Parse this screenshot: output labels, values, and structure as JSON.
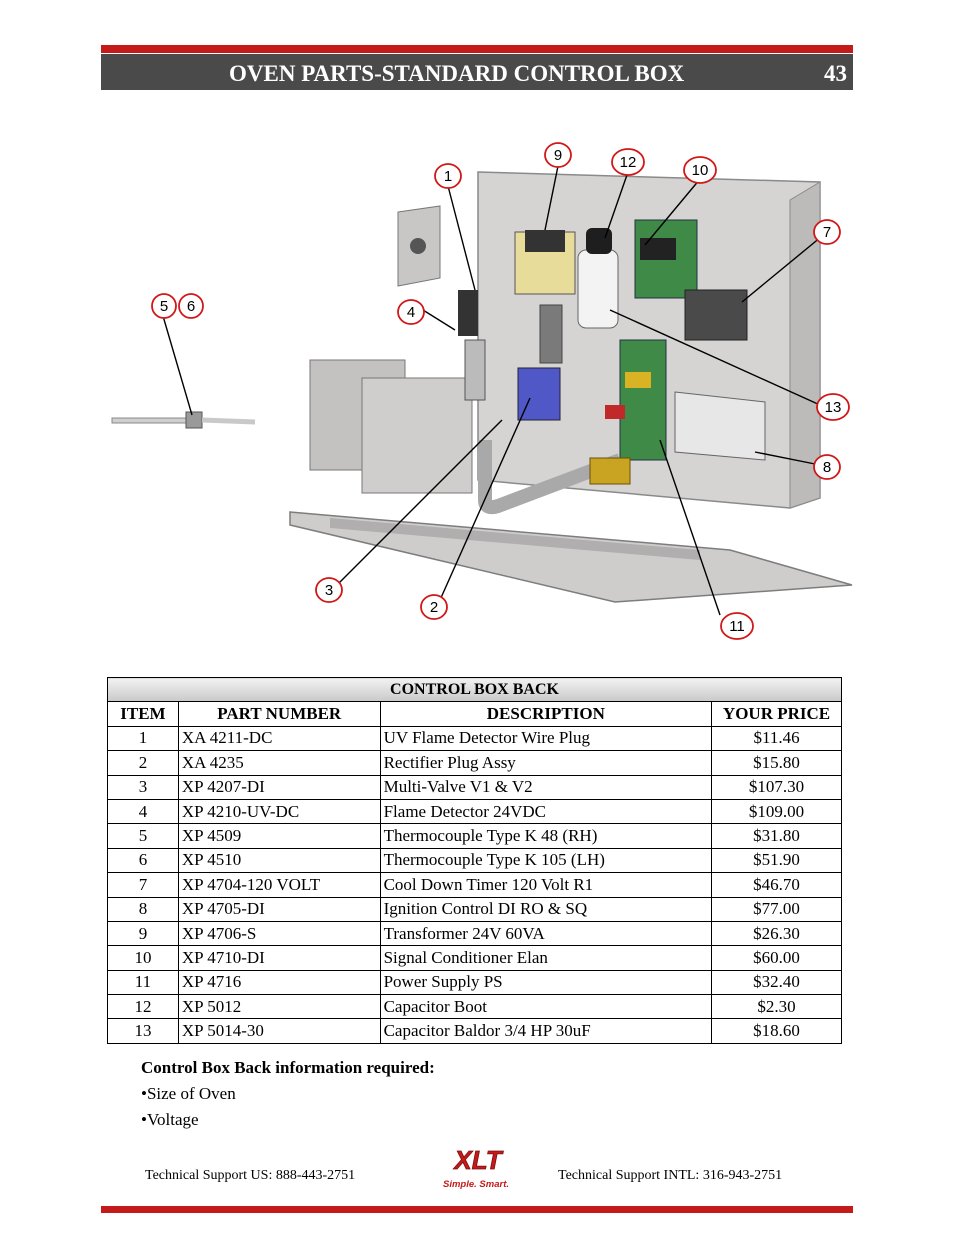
{
  "header": {
    "title": "OVEN PARTS-STANDARD CONTROL BOX",
    "page_number": "43"
  },
  "diagram": {
    "callouts": [
      "1",
      "2",
      "3",
      "4",
      "5",
      "6",
      "7",
      "8",
      "9",
      "10",
      "11",
      "12",
      "13"
    ]
  },
  "table": {
    "caption": "CONTROL BOX BACK",
    "headers": [
      "ITEM",
      "PART NUMBER",
      "DESCRIPTION",
      "YOUR PRICE"
    ],
    "rows": [
      [
        "1",
        "XA 4211-DC",
        "UV Flame Detector Wire Plug",
        "$11.46"
      ],
      [
        "2",
        "XA 4235",
        "Rectifier Plug Assy",
        "$15.80"
      ],
      [
        "3",
        "XP 4207-DI",
        "Multi-Valve  V1 & V2",
        "$107.30"
      ],
      [
        "4",
        "XP 4210-UV-DC",
        "Flame Detector 24VDC",
        "$109.00"
      ],
      [
        "5",
        "XP 4509",
        "Thermocouple Type K 48 (RH)",
        "$31.80"
      ],
      [
        "6",
        "XP 4510",
        "Thermocouple Type K 105 (LH)",
        "$51.90"
      ],
      [
        "7",
        "XP 4704-120 VOLT",
        "Cool Down Timer 120 Volt R1",
        "$46.70"
      ],
      [
        "8",
        "XP 4705-DI",
        "Ignition Control DI RO & SQ",
        "$77.00"
      ],
      [
        "9",
        "XP 4706-S",
        "Transformer 24V 60VA",
        "$26.30"
      ],
      [
        "10",
        "XP 4710-DI",
        "Signal Conditioner Elan",
        "$60.00"
      ],
      [
        "11",
        "XP 4716",
        "Power Supply PS",
        "$32.40"
      ],
      [
        "12",
        "XP 5012",
        "Capacitor Boot",
        "$2.30"
      ],
      [
        "13",
        "XP 5014-30",
        "Capacitor Baldor 3/4 HP 30uF",
        "$18.60"
      ]
    ]
  },
  "info": {
    "title": "Control Box Back information required:",
    "items": [
      "•Size of Oven",
      "•Voltage"
    ]
  },
  "footer": {
    "support_us": "Technical Support  US:  888-443-2751",
    "support_intl": "Technical Support  INTL:  316-943-2751",
    "logo_text": "XLT",
    "logo_tagline": "Simple. Smart."
  },
  "colors": {
    "accent_red": "#c41a1a",
    "header_gray": "#4a4a4a",
    "callout_red": "#d01818"
  }
}
